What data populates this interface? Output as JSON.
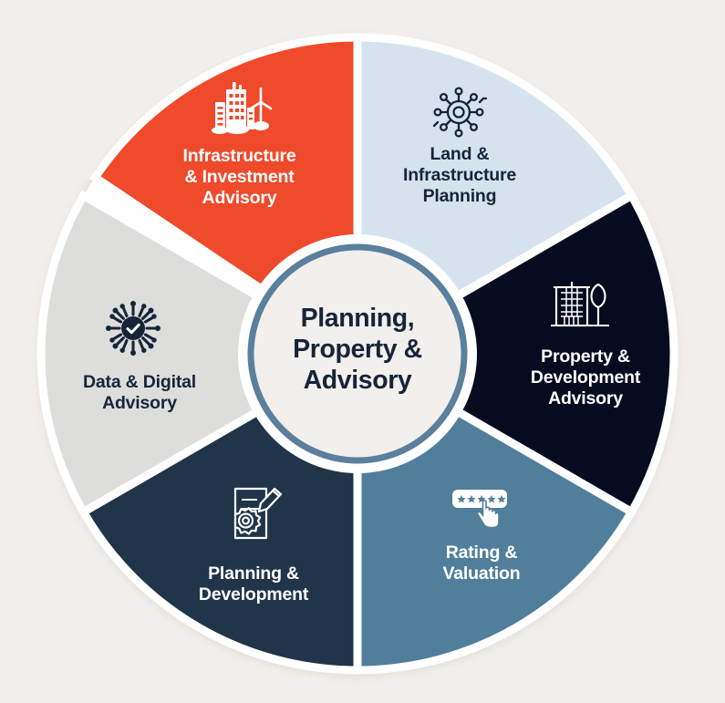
{
  "diagram": {
    "title": "Planning, Property & Advisory",
    "type": "segmented-wheel",
    "background_color": "#f2efec",
    "hub": {
      "label_line_1": "Planning,",
      "label_line_2": "Property &",
      "label_line_3": "Advisory",
      "fill_color": "#f2efec",
      "ring_color": "#5b7f9c",
      "text_color": "#16243a"
    },
    "segments": [
      {
        "id": "infrastructure-investment-advisory",
        "label": "Infrastructure & Investment Advisory",
        "line_1": "Infrastructure",
        "line_2": "& Investment",
        "line_3": "Advisory",
        "color": "#ef4a2b",
        "text_color": "#ffffff",
        "icon": "buildings-wind-turbine-icon",
        "position": "top-left"
      },
      {
        "id": "land-infrastructure-planning",
        "label": "Land & Infrastructure Planning",
        "line_1": "Land &",
        "line_2": "Infrastructure",
        "line_3": "Planning",
        "color": "#d6e3ef",
        "text_color": "#16243a",
        "icon": "network-hub-icon",
        "position": "top-right"
      },
      {
        "id": "property-development-advisory",
        "label": "Property & Development Advisory",
        "line_1": "Property &",
        "line_2": "Development",
        "line_3": "Advisory",
        "color": "#070b20",
        "text_color": "#ffffff",
        "icon": "building-tree-icon",
        "position": "right"
      },
      {
        "id": "rating-valuation",
        "label": "Rating & Valuation",
        "line_1": "Rating &",
        "line_2": "Valuation",
        "line_3": "",
        "color": "#517f9b",
        "text_color": "#ffffff",
        "icon": "star-rating-hand-icon",
        "position": "bottom-right"
      },
      {
        "id": "planning-development",
        "label": "Planning & Development",
        "line_1": "Planning &",
        "line_2": "Development",
        "line_3": "",
        "color": "#20344a",
        "text_color": "#ffffff",
        "icon": "document-pencil-gear-icon",
        "position": "bottom-left"
      },
      {
        "id": "data-digital-advisory",
        "label": "Data & Digital Advisory",
        "line_1": "Data & Digital",
        "line_2": "Advisory",
        "line_3": "",
        "color": "#dddedc",
        "text_color": "#16243a",
        "icon": "data-network-check-icon",
        "position": "left"
      }
    ]
  }
}
